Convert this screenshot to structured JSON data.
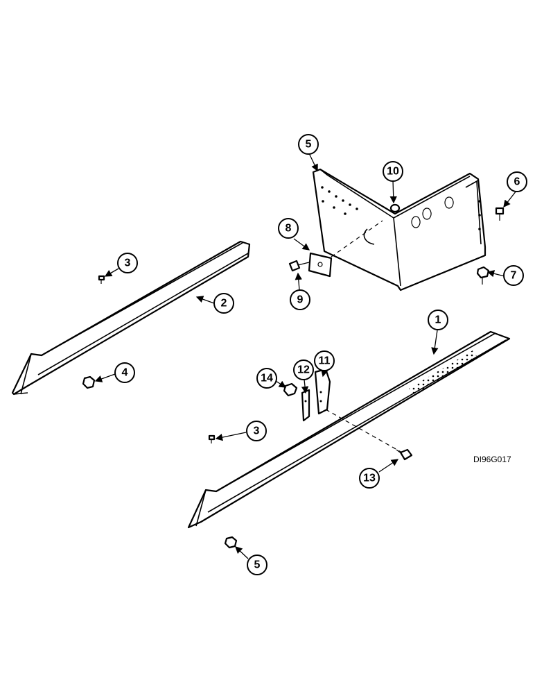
{
  "diagram": {
    "reference_code": "DI96G017",
    "callouts": [
      {
        "label": "1"
      },
      {
        "label": "2"
      },
      {
        "label": "3"
      },
      {
        "label": "3"
      },
      {
        "label": "4"
      },
      {
        "label": "5"
      },
      {
        "label": "5"
      },
      {
        "label": "6"
      },
      {
        "label": "7"
      },
      {
        "label": "8"
      },
      {
        "label": "9"
      },
      {
        "label": "10"
      },
      {
        "label": "11"
      },
      {
        "label": "12"
      },
      {
        "label": "13"
      },
      {
        "label": "14"
      }
    ]
  }
}
